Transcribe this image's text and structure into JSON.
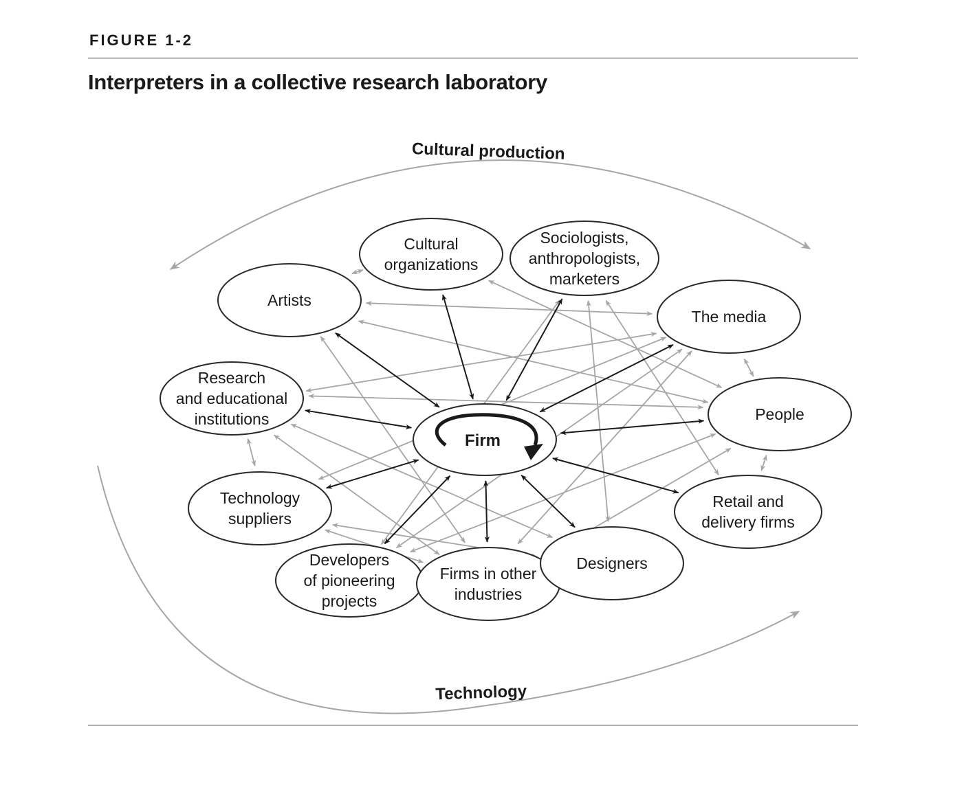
{
  "figure": {
    "label": "FIGURE 1-2",
    "title": "Interpreters in a collective research laboratory"
  },
  "diagram": {
    "center": {
      "id": "firm",
      "label": "Firm"
    },
    "arcs": {
      "top": "Cultural production",
      "bottom": "Technology"
    },
    "nodes": [
      {
        "id": "cultural-organizations",
        "lines": [
          "Cultural",
          "organizations"
        ]
      },
      {
        "id": "sociologists",
        "lines": [
          "Sociologists,",
          "anthropologists,",
          "marketers"
        ]
      },
      {
        "id": "artists",
        "lines": [
          "Artists"
        ]
      },
      {
        "id": "the-media",
        "lines": [
          "The media"
        ]
      },
      {
        "id": "research-institutions",
        "lines": [
          "Research",
          "and educational",
          "institutions"
        ]
      },
      {
        "id": "people",
        "lines": [
          "People"
        ]
      },
      {
        "id": "technology-suppliers",
        "lines": [
          "Technology",
          "suppliers"
        ]
      },
      {
        "id": "retail-delivery",
        "lines": [
          "Retail and",
          "delivery firms"
        ]
      },
      {
        "id": "developers",
        "lines": [
          "Developers",
          "of pioneering",
          "projects"
        ]
      },
      {
        "id": "firms-other-industries",
        "lines": [
          "Firms in other",
          "industries"
        ]
      },
      {
        "id": "designers",
        "lines": [
          "Designers"
        ]
      }
    ],
    "firm_links": [
      "artists",
      "cultural-organizations",
      "sociologists",
      "the-media",
      "research-institutions",
      "people",
      "technology-suppliers",
      "retail-delivery",
      "developers",
      "firms-other-industries",
      "designers"
    ],
    "peer_links": [
      [
        "artists",
        "cultural-organizations"
      ],
      [
        "artists",
        "the-media"
      ],
      [
        "artists",
        "people"
      ],
      [
        "artists",
        "firms-other-industries"
      ],
      [
        "cultural-organizations",
        "people"
      ],
      [
        "sociologists",
        "retail-delivery"
      ],
      [
        "sociologists",
        "developers"
      ],
      [
        "sociologists",
        "designers"
      ],
      [
        "the-media",
        "people"
      ],
      [
        "the-media",
        "research-institutions"
      ],
      [
        "the-media",
        "developers"
      ],
      [
        "the-media",
        "firms-other-industries"
      ],
      [
        "research-institutions",
        "people"
      ],
      [
        "research-institutions",
        "designers"
      ],
      [
        "research-institutions",
        "firms-other-industries"
      ],
      [
        "research-institutions",
        "technology-suppliers"
      ],
      [
        "people",
        "retail-delivery"
      ],
      [
        "people",
        "developers"
      ],
      [
        "people",
        "firms-other-industries"
      ],
      [
        "technology-suppliers",
        "firms-other-industries"
      ],
      [
        "technology-suppliers",
        "designers"
      ],
      [
        "technology-suppliers",
        "the-media"
      ],
      [
        "developers",
        "designers"
      ],
      [
        "developers",
        "firms-other-industries"
      ]
    ],
    "colors": {
      "firm_link": "#1a1a1a",
      "peer_link": "#a6a6a6",
      "node_stroke": "#2a2a2a",
      "arc": "#a6a6a6"
    }
  }
}
